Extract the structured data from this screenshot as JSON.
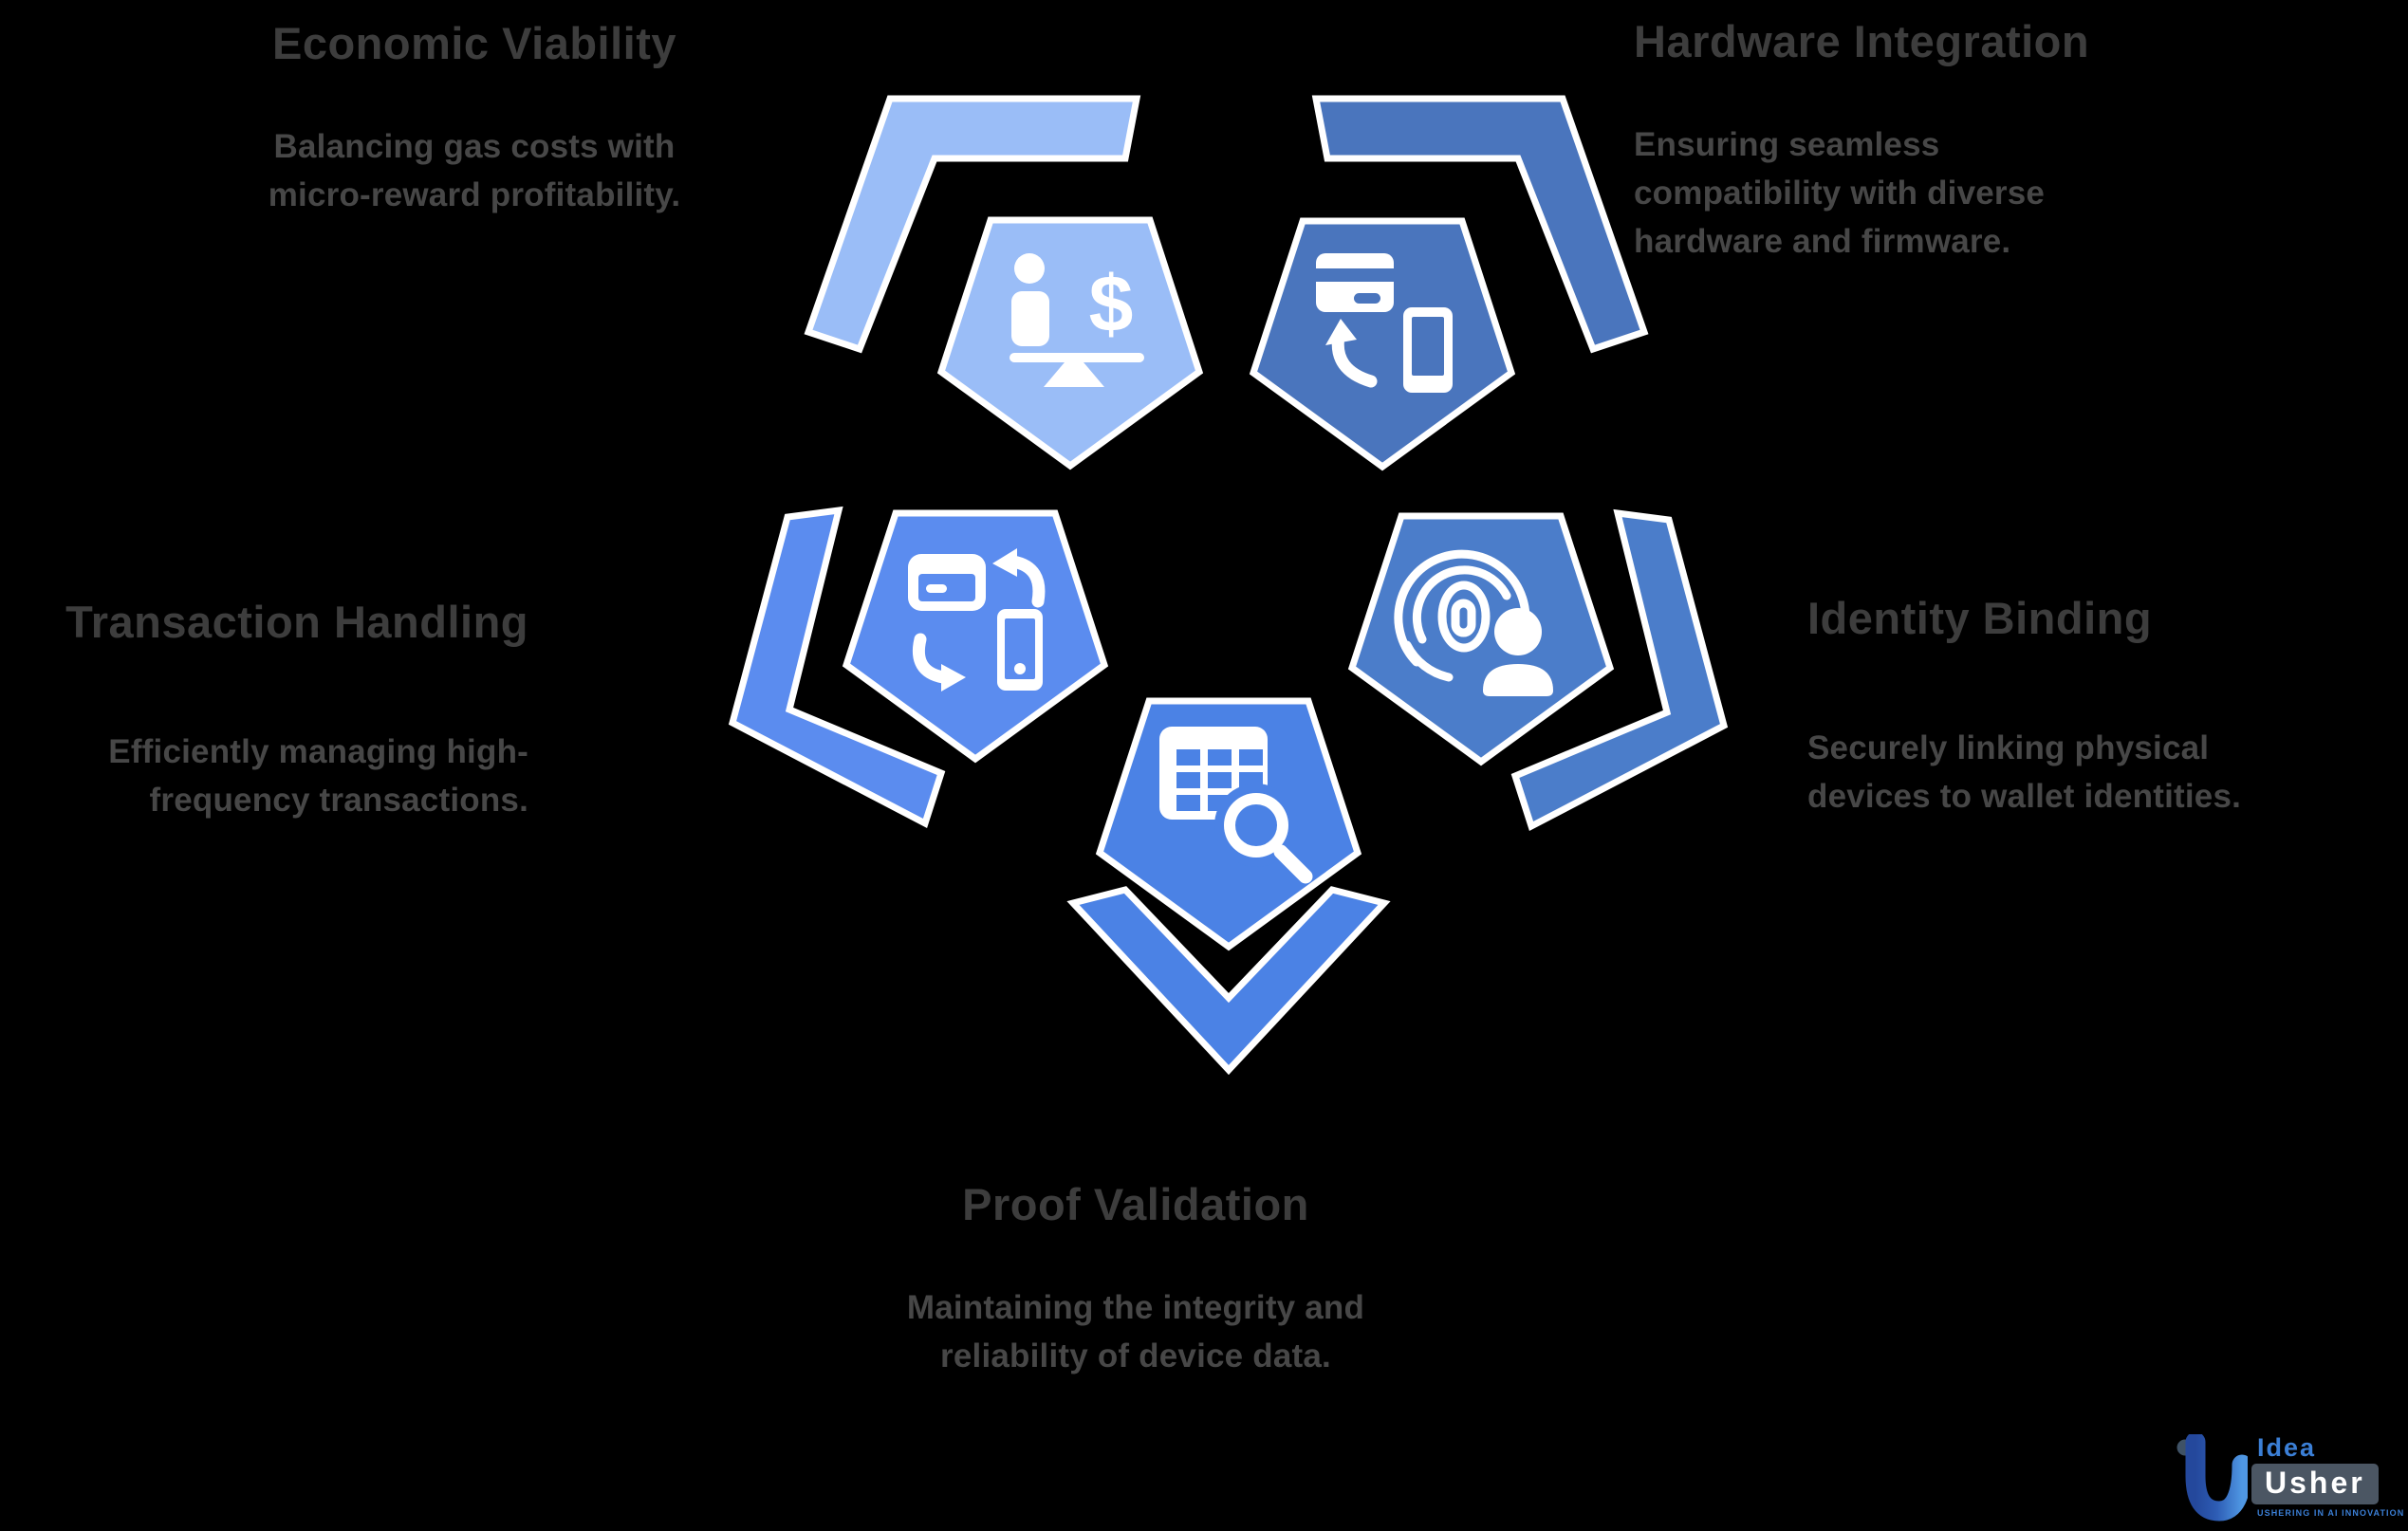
{
  "background_color": "#000000",
  "text_colors": {
    "title": "#3d3d3d",
    "description": "#474747"
  },
  "sections": [
    {
      "id": "economic-viability",
      "title": "Economic Viability",
      "description": "Balancing gas costs with\nmicro-reward profitability.",
      "color": "#9abdf7",
      "icon": "balance-scale-person-dollar-icon",
      "icon_glyph": "$"
    },
    {
      "id": "hardware-integration",
      "title": "Hardware Integration",
      "description": "Ensuring seamless\ncompatibility with diverse\nhardware and firmware.",
      "color": "#4a75bd",
      "icon": "card-phone-connect-icon"
    },
    {
      "id": "transaction-handling",
      "title": "Transaction Handling",
      "description": "Efficiently managing high-\nfrequency transactions.",
      "color": "#5b8cef",
      "icon": "card-phone-swap-icon"
    },
    {
      "id": "identity-binding",
      "title": "Identity Binding",
      "description": "Securely linking physical\ndevices to wallet identities.",
      "color": "#4b7dca",
      "icon": "fingerprint-user-icon"
    },
    {
      "id": "proof-validation",
      "title": "Proof Validation",
      "description": "Maintaining the integrity and\nreliability of device data.",
      "color": "#4b82e5",
      "icon": "table-search-icon"
    }
  ],
  "logo": {
    "brand_top": "Idea",
    "brand_bottom": "Usher",
    "tagline": "USHERING IN AI INNOVATION",
    "accent_color": "#3b7fd6",
    "box_color": "#4b5663",
    "mark_dark": "#24489c",
    "mark_light": "#4f97e3"
  }
}
